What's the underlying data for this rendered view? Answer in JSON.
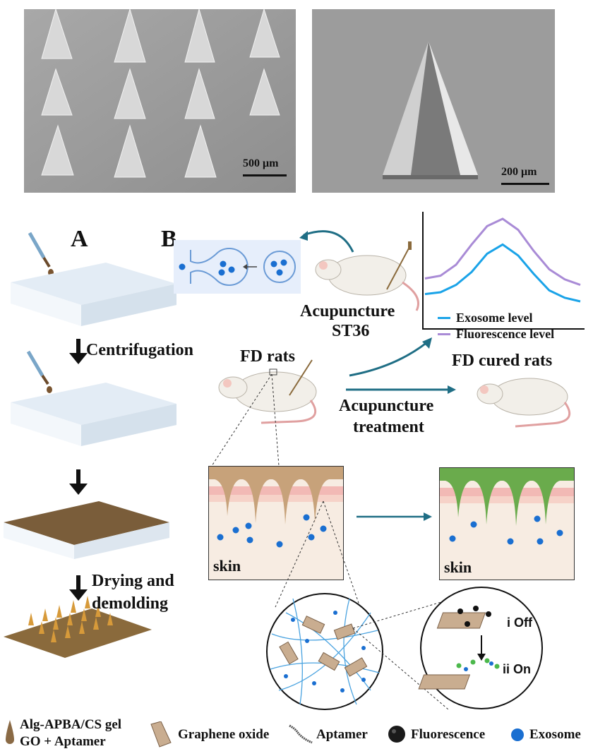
{
  "sem_images": {
    "left_scale": "500 μm",
    "right_scale": "200 μm"
  },
  "panels": {
    "a_label": "A",
    "b_label": "B"
  },
  "steps_a": {
    "step1": "Centrifugation",
    "step3_line1": "Drying and",
    "step3_line2": "demolding"
  },
  "panel_b": {
    "acupuncture_line1": "Acupuncture",
    "acupuncture_line2": "ST36",
    "fd_rats": "FD rats",
    "treatment_line1": "Acupuncture",
    "treatment_line2": "treatment",
    "fd_cured": "FD cured rats",
    "skin_left": "skin",
    "skin_right": "skin",
    "off_label": "i  Off",
    "on_label": "ii  On"
  },
  "chart_data": {
    "type": "line",
    "title": "",
    "xlabel": "",
    "ylabel": "",
    "x": [
      0,
      1,
      2,
      3,
      4,
      5,
      6,
      7,
      8,
      9,
      10
    ],
    "series": [
      {
        "name": "Exosome level",
        "color": "#1aa3e8",
        "values": [
          0.18,
          0.2,
          0.28,
          0.42,
          0.62,
          0.72,
          0.6,
          0.4,
          0.22,
          0.14,
          0.1
        ]
      },
      {
        "name": "Fluorescence level",
        "color": "#a98bd6",
        "values": [
          0.35,
          0.38,
          0.5,
          0.72,
          0.92,
          1.0,
          0.88,
          0.65,
          0.45,
          0.34,
          0.28
        ]
      }
    ]
  },
  "legend": {
    "item1_line1": "Alg-APBA/CS gel",
    "item1_line2": "GO + Aptamer",
    "item2": "Graphene oxide",
    "item3": "Aptamer",
    "item4": "Fluorescence",
    "item5": "Exosome"
  },
  "colors": {
    "exosome": "#1a6fd1",
    "gel_brown": "#8a6a45",
    "needle_green": "#5a9e3f",
    "arrow_teal": "#1f6e85"
  }
}
